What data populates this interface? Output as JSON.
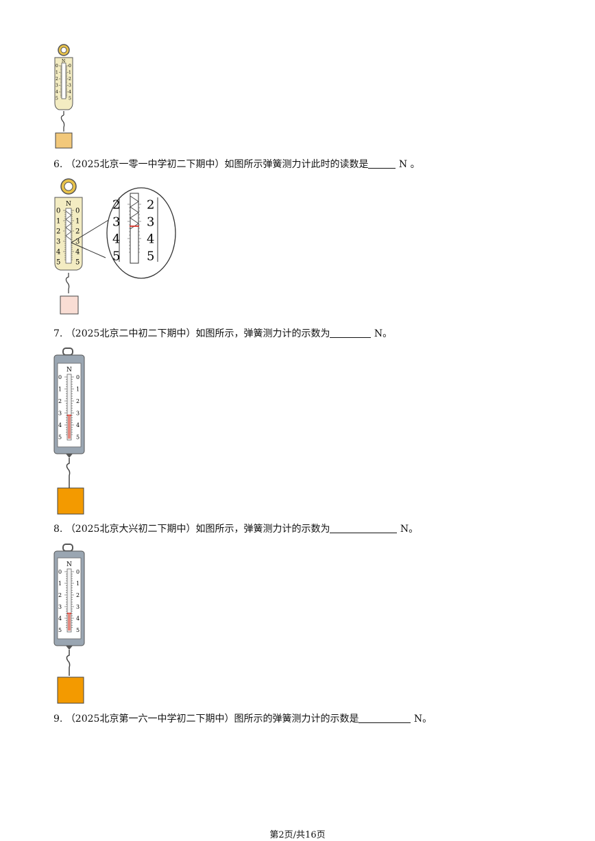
{
  "questions": [
    {
      "number": "6.",
      "source": "（2025北京一零一中学初二下期中）",
      "text": "如图所示弹簧测力计此时的读数是",
      "unit": "N 。"
    },
    {
      "number": "7.",
      "source": "（2025北京二中初二下期中）",
      "text": "如图所示，弹簧测力计的示数为",
      "unit": "N。"
    },
    {
      "number": "8.",
      "source": "（2025北京大兴初二下期中）",
      "text": "如图所示，弹簧测力计的示数为",
      "unit": "N。"
    },
    {
      "number": "9.",
      "source": "（2025北京第一六一中学初二下期中）",
      "text": "图所示的弹簧测力计的示数是",
      "unit": "N。"
    }
  ],
  "figures": {
    "unit_label": "N",
    "scale_marks": [
      "0",
      "1",
      "2",
      "3",
      "4",
      "5"
    ],
    "zoom_marks": [
      "2",
      "3",
      "4",
      "5"
    ],
    "yellow_color": "#f3ecc2",
    "block_tan_color": "#f2c87a",
    "block_pink_color": "#f9ddd4",
    "block_orange_color": "#f39a00",
    "steel_color": "#9aa6b2",
    "indicator_color": "#d9352b"
  },
  "footer": {
    "page": "第2页/共16页"
  }
}
